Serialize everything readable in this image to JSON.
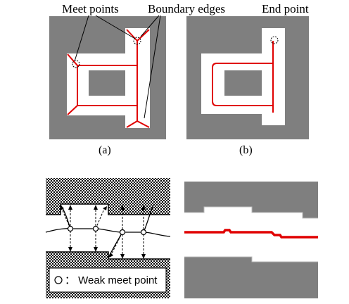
{
  "labels": {
    "meet_points": "Meet points",
    "boundary_edges": "Boundary edges",
    "end_point": "End point"
  },
  "captions": {
    "a": "(a)",
    "b": "(b)"
  },
  "legend": {
    "text": "： Weak meet point"
  },
  "colors": {
    "gray": "#7f7f7f",
    "red": "#e00000",
    "white": "#ffffff",
    "black": "#000000"
  }
}
